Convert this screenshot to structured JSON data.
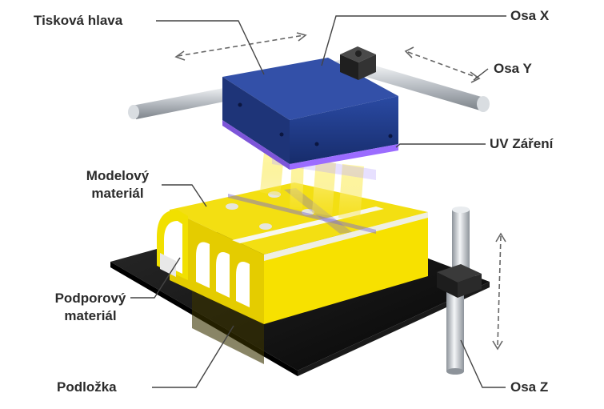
{
  "labels": {
    "print_head": "Tisková hlava",
    "axis_x": "Osa X",
    "axis_y": "Osa Y",
    "uv": "UV Záření",
    "model_line1": "Modelový",
    "model_line2": "materiál",
    "support_line1": "Podporový",
    "support_line2": "materiál",
    "substrate": "Podložka",
    "axis_z": "Osa Z"
  },
  "colors": {
    "head": "#1f3a8a",
    "model": "#f2dc00",
    "support": "#f4f4f4",
    "substrate": "#111111",
    "rails": "#c9cdd1",
    "uv": "#8a5cf6",
    "leader": "#444444"
  }
}
